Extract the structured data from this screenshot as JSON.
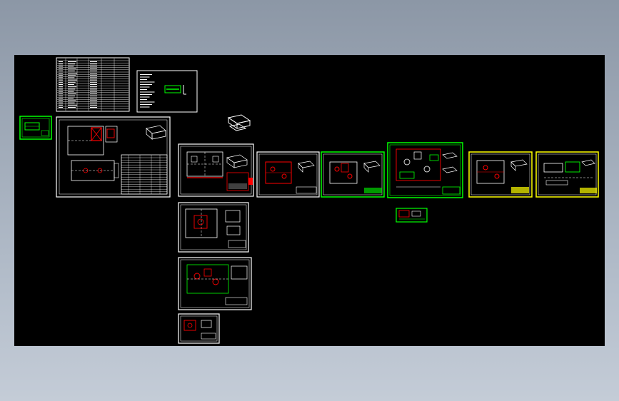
{
  "app": {
    "view": "model-space",
    "background_color": "#000000",
    "viewport_backdrop": [
      "#8c97a6",
      "#c4ccd7"
    ]
  },
  "colors": {
    "white": "#ffffff",
    "green": "#00ff00",
    "yellow": "#ffff00",
    "red": "#ff0000",
    "cyan": "#00ffff"
  },
  "drawing_sheets": [
    {
      "id": "bom-table",
      "color": "white",
      "kind": "table"
    },
    {
      "id": "notes-sheet",
      "color": "white",
      "kind": "notes"
    },
    {
      "id": "small-part-green",
      "color": "green",
      "kind": "part"
    },
    {
      "id": "assembly-main",
      "color": "white",
      "kind": "assembly"
    },
    {
      "id": "isometric-part",
      "color": "white",
      "kind": "iso"
    },
    {
      "id": "sheet-a",
      "color": "white",
      "kind": "part"
    },
    {
      "id": "sheet-b",
      "color": "white",
      "kind": "part"
    },
    {
      "id": "sheet-c-green",
      "color": "green",
      "kind": "part"
    },
    {
      "id": "sheet-d-green",
      "color": "green",
      "kind": "part"
    },
    {
      "id": "sheet-e-yellow",
      "color": "yellow",
      "kind": "part"
    },
    {
      "id": "sheet-f-yellow",
      "color": "yellow",
      "kind": "part"
    },
    {
      "id": "tiny-green",
      "color": "green",
      "kind": "part"
    },
    {
      "id": "sheet-g",
      "color": "white",
      "kind": "part"
    },
    {
      "id": "sheet-h",
      "color": "white",
      "kind": "part"
    },
    {
      "id": "sheet-i",
      "color": "white",
      "kind": "part"
    }
  ]
}
